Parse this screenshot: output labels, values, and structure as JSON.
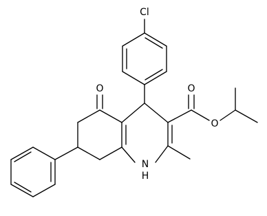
{
  "molecule": {
    "atom_labels": {
      "chlorine": "Cl",
      "ketone_oxygen": "O",
      "ester_carbonyl_oxygen": "O",
      "ester_ether_oxygen": "O",
      "ring_nitrogen": "N",
      "nitrogen_hydrogen": "H"
    }
  }
}
